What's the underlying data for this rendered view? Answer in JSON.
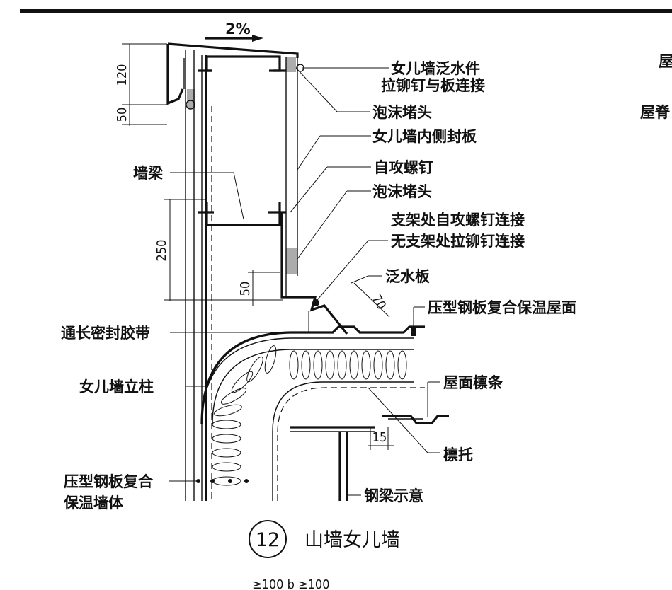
{
  "labels": {
    "parapet_flashing": "女儿墙泛水件",
    "rivet_to_panel": "拉铆钉与板连接",
    "foam_plug_top": "泡沫堵头",
    "inner_cover": "女儿墙内侧封板",
    "self_tap_screw": "自攻螺钉",
    "foam_plug_mid": "泡沫堵头",
    "bracket_screw": "支架处自攻螺钉连接",
    "no_bracket_rivet": "无支架处拉铆钉连接",
    "flashing_board": "泛水板",
    "roof_panel": "压型钢板复合保温屋面",
    "wall_beam": "墙梁",
    "sealant_tape": "通长密封胶带",
    "parapet_column": "女儿墙立柱",
    "roof_purlin": "屋面檩条",
    "purlin_support": "檩托",
    "wall_panel_line1": "压型钢板复合",
    "wall_panel_line2": "保温墙体",
    "steel_beam": "钢梁示意",
    "right_cut_1": "屋",
    "right_cut_2": "屋脊"
  },
  "dimensions": {
    "slope": "2%",
    "d120": "120",
    "d50_top": "50",
    "d250": "250",
    "d50_mid": "50",
    "d70": "70",
    "d15": "15",
    "bottom_text": "≥100  b  ≥100"
  },
  "title": {
    "number": "12",
    "name": "山墙女儿墙"
  }
}
